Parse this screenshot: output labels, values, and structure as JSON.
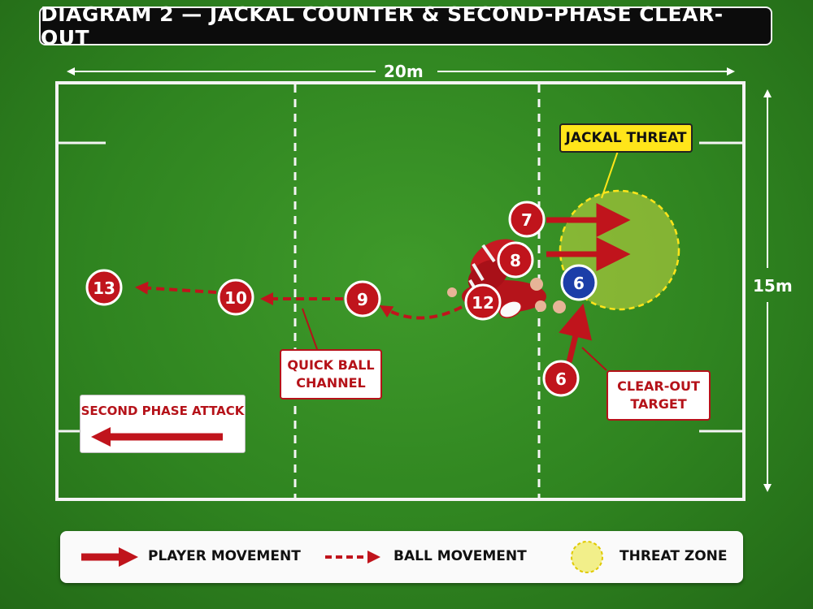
{
  "title": "DIAGRAM 2 — JACKAL COUNTER & SECOND-PHASE CLEAR-OUT",
  "dimensions": {
    "width_label": "20m",
    "height_label": "15m"
  },
  "labels": {
    "jackal_threat": "JACKAL THREAT",
    "quick_ball_line1": "QUICK BALL",
    "quick_ball_line2": "CHANNEL",
    "clear_out_line1": "CLEAR-OUT",
    "clear_out_line2": "TARGET",
    "second_phase": "SECOND PHASE ATTACK"
  },
  "players": {
    "p7": "7",
    "p8": "8",
    "p6_blue": "6",
    "p6_red": "6",
    "p12": "12",
    "p9": "9",
    "p10": "10",
    "p13": "13"
  },
  "legend": {
    "player_movement": "PLAYER MOVEMENT",
    "ball_movement": "BALL MOVEMENT",
    "threat_zone": "THREAT ZONE"
  },
  "colors": {
    "attack_red": "#c0141c",
    "defence_blue": "#1c3ea8",
    "threat_yellow": "#ffe51a",
    "pitch_green": "#2f8420"
  }
}
